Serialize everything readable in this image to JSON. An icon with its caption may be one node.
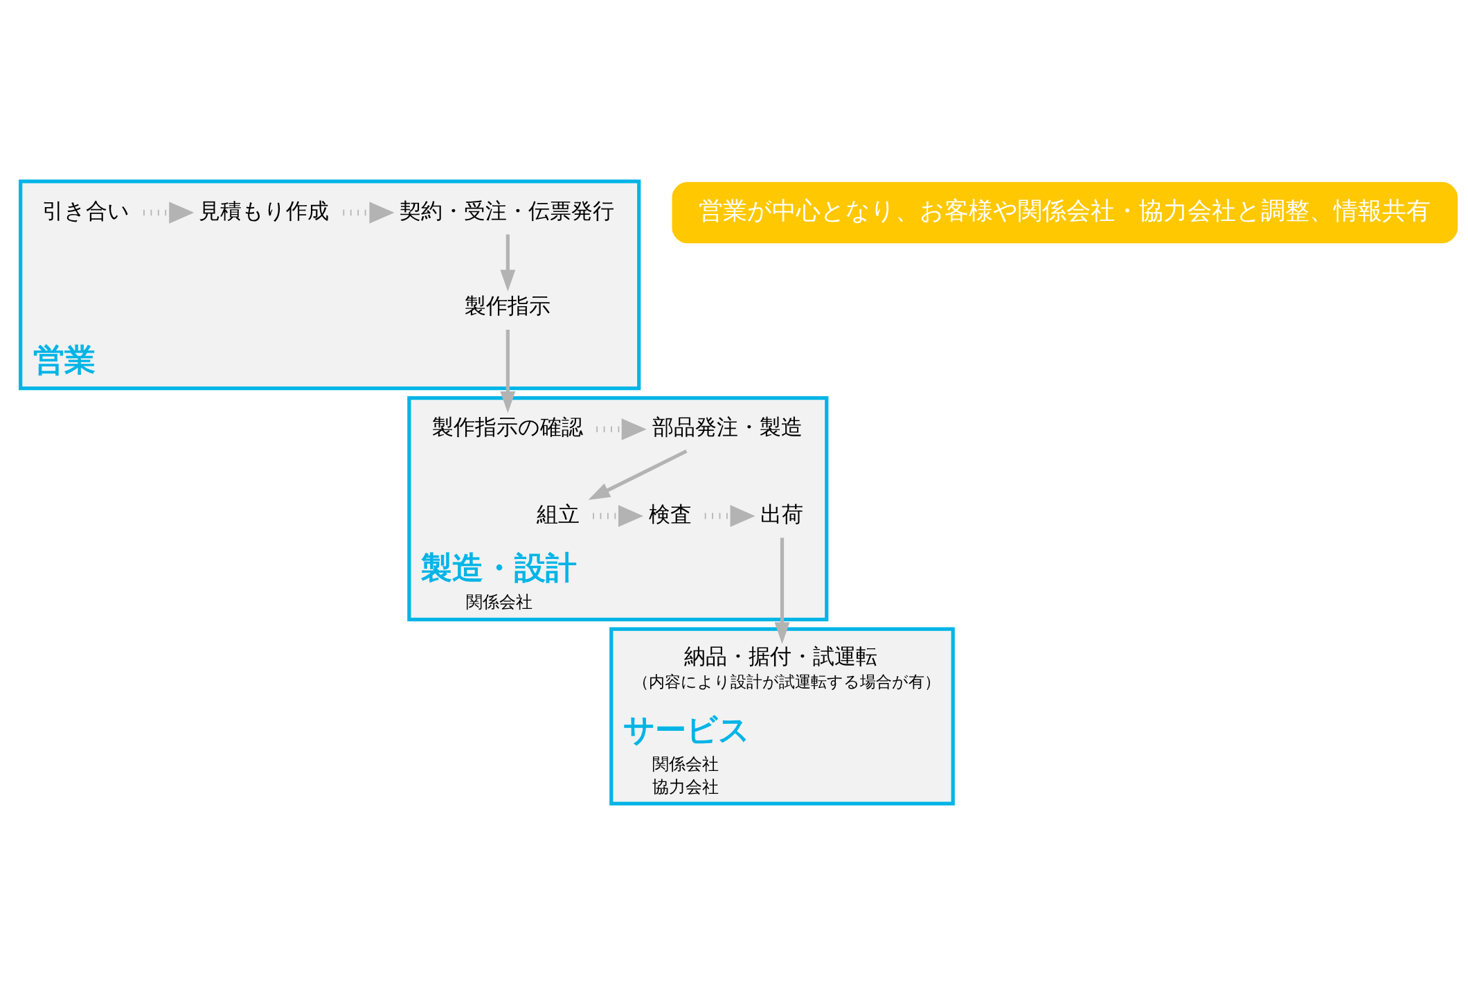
{
  "diagram": {
    "nodes": [
      {
        "text": [
          "営業"
        ]
      },
      {
        "text": [
          "引き合い"
        ],
        "in": 0
      },
      {
        "text": [
          "見積もり作成"
        ],
        "in": 0
      },
      {
        "text": [
          "契約・受注・伝票発行"
        ],
        "in": 0
      },
      {
        "text": [
          "製作指示"
        ],
        "in": 0
      },
      {
        "text": [
          "製造・設計",
          "関係会社"
        ]
      },
      {
        "text": [
          "製作指示の確認"
        ],
        "in": 5
      },
      {
        "text": [
          "部品発注・製造"
        ],
        "in": 5
      },
      {
        "text": [
          "組立"
        ],
        "in": 5
      },
      {
        "text": [
          "検査"
        ],
        "in": 5
      },
      {
        "text": [
          "出荷"
        ],
        "in": 5
      },
      {
        "text": [
          "サービス",
          "関係会社",
          "協力会社"
        ]
      },
      {
        "text": [
          "納品・据付・試運転",
          "（内容により設計が試運転する場合が有）"
        ],
        "in": 11
      },
      {
        "text": [
          "営業が中心となり、お客様や関係会社・協力会社と調整、情報共有"
        ]
      }
    ],
    "edges": [
      {
        "from": 1,
        "to": 2,
        "arrow": "to",
        "style": "dashed"
      },
      {
        "from": 2,
        "to": 3,
        "arrow": "to",
        "style": "dashed"
      },
      {
        "from": 3,
        "to": 4,
        "arrow": "to"
      },
      {
        "from": 4,
        "to": 6,
        "arrow": "to"
      },
      {
        "from": 6,
        "to": 7,
        "arrow": "to",
        "style": "dashed"
      },
      {
        "from": 7,
        "to": 8,
        "arrow": "to"
      },
      {
        "from": 8,
        "to": 9,
        "arrow": "to",
        "style": "dashed"
      },
      {
        "from": 9,
        "to": 10,
        "arrow": "to",
        "style": "dashed"
      },
      {
        "from": 10,
        "to": 12,
        "arrow": "to"
      }
    ]
  }
}
